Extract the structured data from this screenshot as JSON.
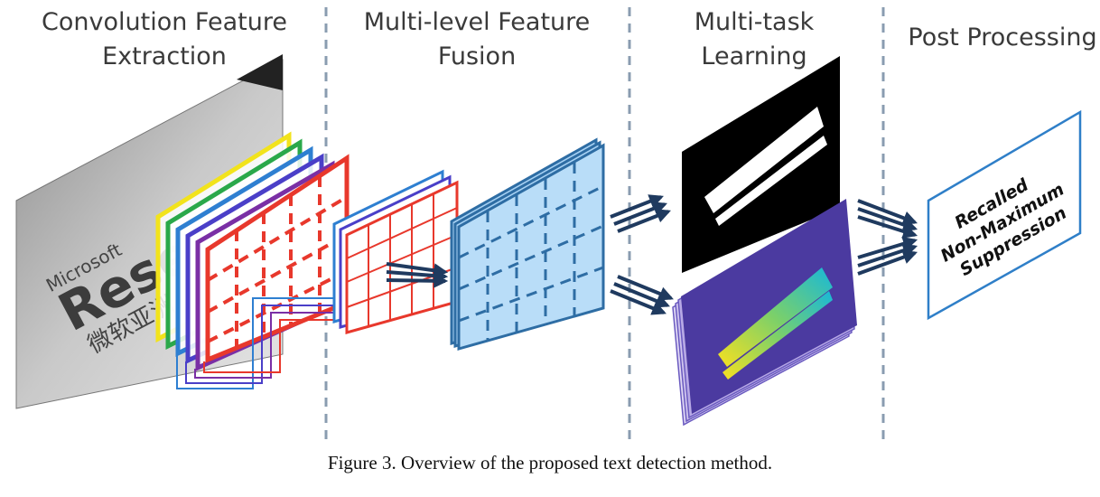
{
  "stages": [
    {
      "line1": "Convolution Feature",
      "line2": "Extraction"
    },
    {
      "line1": "Multi-level Feature",
      "line2": "Fusion"
    },
    {
      "line1": "Multi-task",
      "line2": "Learning"
    },
    {
      "line1": "Post Processing",
      "line2": ""
    }
  ],
  "input_image": {
    "line1": "Microsoft",
    "line2": "Research",
    "line3": "微软亚洲"
  },
  "post_box": {
    "line1": "Recalled",
    "line2": "Non-Maximum",
    "line3": "Suppression"
  },
  "caption": "Figure 3. Overview of the proposed text detection method.",
  "colors": {
    "divider": "#8a9cb0",
    "arrow": "#1f3a5f",
    "fusion_fill": "#a9d3f5",
    "fusion_grid": "#2e6da4",
    "conv_layers": [
      "#f2e31c",
      "#2aa84a",
      "#2e7fd1",
      "#4a3fc8",
      "#7a2fa5",
      "#e8382c"
    ],
    "score_map_bg": "#000000",
    "geometry_map_bg": "#4b3aa0",
    "post_box_border": "#2f7fc8"
  }
}
